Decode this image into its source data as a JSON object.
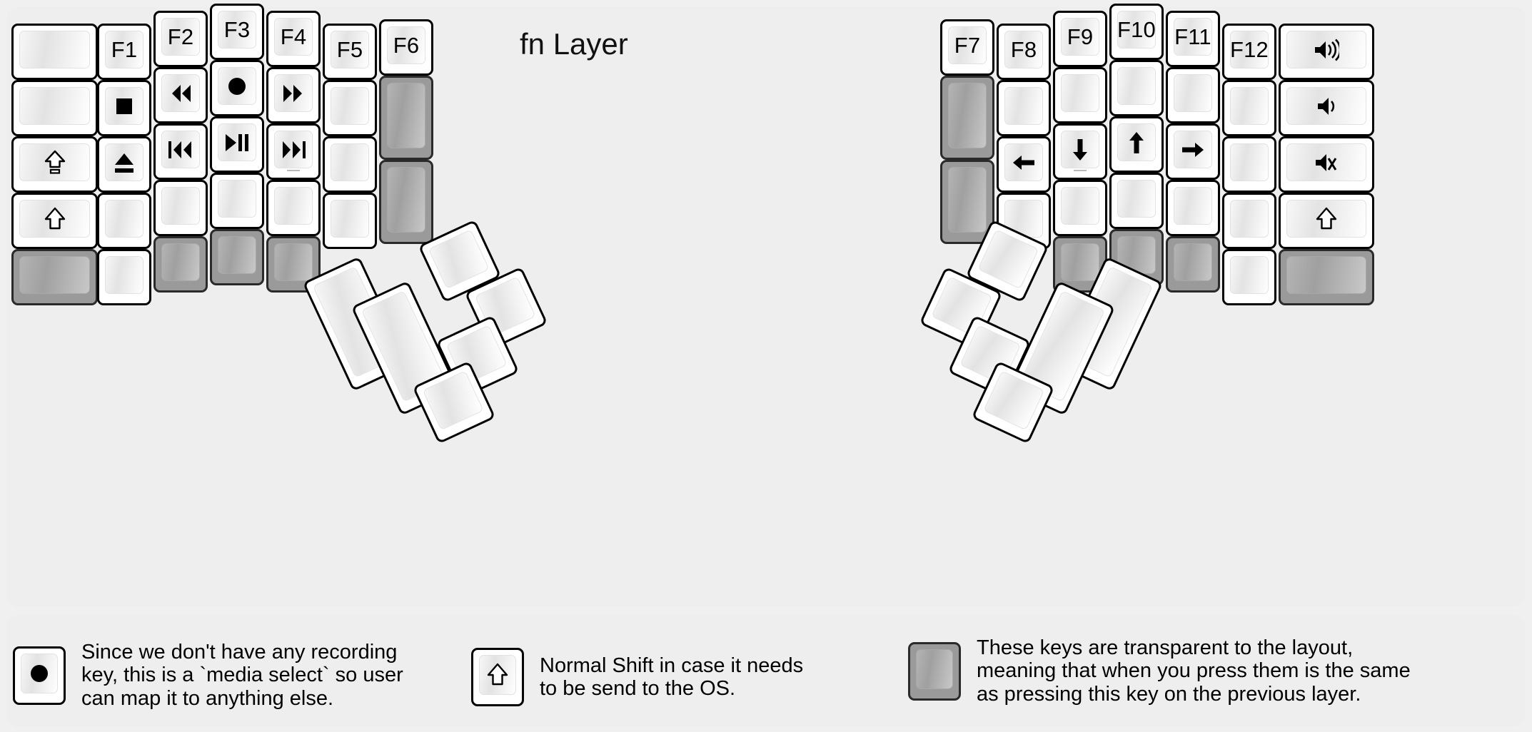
{
  "title": "fn Layer",
  "colors": {
    "background": "#f0f0f0",
    "panel": "#eeeeee",
    "key_fill": "#ffffff",
    "key_border": "#000000",
    "transparent_key": "#9a9a9a",
    "legend_text": "#000000"
  },
  "icons": {
    "record": "record-dot-icon",
    "stop": "stop-square-icon",
    "eject": "eject-icon",
    "rewind": "rewind-icon",
    "fast_forward": "fast-forward-icon",
    "prev_track": "previous-track-icon",
    "next_track": "next-track-icon",
    "play_pause": "play-pause-icon",
    "caps_lock": "caps-lock-icon",
    "shift": "shift-icon",
    "arrow_left": "arrow-left-icon",
    "arrow_right": "arrow-right-icon",
    "arrow_up": "arrow-up-icon",
    "arrow_down": "arrow-down-icon",
    "volume_up": "volume-up-icon",
    "volume_down": "volume-down-icon",
    "volume_mute": "volume-mute-icon"
  },
  "left_half": {
    "columns": [
      {
        "name": "col-pinky-outer",
        "keys": [
          {
            "label": "",
            "icon": "",
            "transparent": false
          },
          {
            "label": "",
            "icon": "",
            "transparent": false
          },
          {
            "label": "",
            "icon": "caps-lock-icon",
            "transparent": false
          },
          {
            "label": "",
            "icon": "shift-icon",
            "transparent": false
          },
          {
            "label": "",
            "icon": "",
            "transparent": true
          }
        ]
      },
      {
        "name": "col-pinky",
        "keys": [
          {
            "label": "F1",
            "icon": "",
            "transparent": false
          },
          {
            "label": "",
            "icon": "stop-square-icon",
            "transparent": false
          },
          {
            "label": "",
            "icon": "eject-icon",
            "transparent": false
          },
          {
            "label": "",
            "icon": "",
            "transparent": false
          },
          {
            "label": "",
            "icon": "",
            "transparent": false
          }
        ]
      },
      {
        "name": "col-ring",
        "keys": [
          {
            "label": "F2",
            "icon": "",
            "transparent": false
          },
          {
            "label": "",
            "icon": "rewind-icon",
            "transparent": false
          },
          {
            "label": "",
            "icon": "previous-track-icon",
            "transparent": false
          },
          {
            "label": "",
            "icon": "",
            "transparent": false
          },
          {
            "label": "",
            "icon": "",
            "transparent": true
          }
        ]
      },
      {
        "name": "col-middle",
        "keys": [
          {
            "label": "F3",
            "icon": "",
            "transparent": false
          },
          {
            "label": "",
            "icon": "record-dot-icon",
            "transparent": false
          },
          {
            "label": "",
            "icon": "play-pause-icon",
            "transparent": false
          },
          {
            "label": "",
            "icon": "",
            "transparent": false
          },
          {
            "label": "",
            "icon": "",
            "transparent": true
          }
        ]
      },
      {
        "name": "col-index",
        "keys": [
          {
            "label": "F4",
            "icon": "",
            "transparent": false
          },
          {
            "label": "",
            "icon": "fast-forward-icon",
            "transparent": false
          },
          {
            "label": "",
            "icon": "next-track-icon",
            "transparent": false,
            "sub": true
          },
          {
            "label": "",
            "icon": "",
            "transparent": false
          },
          {
            "label": "",
            "icon": "",
            "transparent": true
          }
        ]
      },
      {
        "name": "col-index-inner",
        "keys": [
          {
            "label": "F5",
            "icon": "",
            "transparent": false
          },
          {
            "label": "",
            "icon": "",
            "transparent": false
          },
          {
            "label": "",
            "icon": "",
            "transparent": false
          },
          {
            "label": "",
            "icon": "",
            "transparent": false
          }
        ]
      },
      {
        "name": "col-inner",
        "keys": [
          {
            "label": "F6",
            "icon": "",
            "transparent": false
          },
          {
            "label": "",
            "icon": "",
            "transparent": true
          },
          {
            "label": "",
            "icon": "",
            "transparent": true
          }
        ]
      }
    ]
  },
  "right_half": {
    "columns": [
      {
        "name": "col-inner",
        "keys": [
          {
            "label": "F7",
            "icon": "",
            "transparent": false
          },
          {
            "label": "",
            "icon": "",
            "transparent": true
          },
          {
            "label": "",
            "icon": "",
            "transparent": true
          }
        ]
      },
      {
        "name": "col-index-inner",
        "keys": [
          {
            "label": "F8",
            "icon": "",
            "transparent": false
          },
          {
            "label": "",
            "icon": "",
            "transparent": false
          },
          {
            "label": "",
            "icon": "arrow-left-icon",
            "transparent": false
          },
          {
            "label": "",
            "icon": "",
            "transparent": false
          }
        ]
      },
      {
        "name": "col-index",
        "keys": [
          {
            "label": "F9",
            "icon": "",
            "transparent": false
          },
          {
            "label": "",
            "icon": "",
            "transparent": false
          },
          {
            "label": "",
            "icon": "arrow-down-icon",
            "transparent": false,
            "sub": true
          },
          {
            "label": "",
            "icon": "",
            "transparent": false
          },
          {
            "label": "",
            "icon": "",
            "transparent": true
          }
        ]
      },
      {
        "name": "col-middle",
        "keys": [
          {
            "label": "F10",
            "icon": "",
            "transparent": false
          },
          {
            "label": "",
            "icon": "",
            "transparent": false
          },
          {
            "label": "",
            "icon": "arrow-up-icon",
            "transparent": false
          },
          {
            "label": "",
            "icon": "",
            "transparent": false
          },
          {
            "label": "",
            "icon": "",
            "transparent": true
          }
        ]
      },
      {
        "name": "col-ring",
        "keys": [
          {
            "label": "F11",
            "icon": "",
            "transparent": false
          },
          {
            "label": "",
            "icon": "",
            "transparent": false
          },
          {
            "label": "",
            "icon": "arrow-right-icon",
            "transparent": false
          },
          {
            "label": "",
            "icon": "",
            "transparent": false
          },
          {
            "label": "",
            "icon": "",
            "transparent": true
          }
        ]
      },
      {
        "name": "col-pinky",
        "keys": [
          {
            "label": "F12",
            "icon": "",
            "transparent": false
          },
          {
            "label": "",
            "icon": "",
            "transparent": false
          },
          {
            "label": "",
            "icon": "",
            "transparent": false
          },
          {
            "label": "",
            "icon": "",
            "transparent": false
          },
          {
            "label": "",
            "icon": "",
            "transparent": false
          }
        ]
      },
      {
        "name": "col-pinky-outer",
        "keys": [
          {
            "label": "",
            "icon": "volume-up-icon",
            "transparent": false
          },
          {
            "label": "",
            "icon": "volume-down-icon",
            "transparent": false
          },
          {
            "label": "",
            "icon": "volume-mute-icon",
            "transparent": false
          },
          {
            "label": "",
            "icon": "shift-icon",
            "transparent": false
          },
          {
            "label": "",
            "icon": "",
            "transparent": true
          }
        ]
      }
    ]
  },
  "thumb_clusters": {
    "left": {
      "name": "left-thumb-cluster",
      "key_count": 5,
      "labels": [
        "",
        "",
        "",
        "",
        ""
      ]
    },
    "right": {
      "name": "right-thumb-cluster",
      "key_count": 5,
      "labels": [
        "",
        "",
        "",
        "",
        ""
      ]
    }
  },
  "legend": [
    {
      "swatch_icon": "record-dot-icon",
      "swatch_transparent": false,
      "text": "Since we don't have any recording\nkey, this is a `media select` so user\ncan map it to anything else."
    },
    {
      "swatch_icon": "shift-icon",
      "swatch_transparent": false,
      "text": "Normal Shift in case it needs\nto be send to the OS."
    },
    {
      "swatch_icon": "",
      "swatch_transparent": true,
      "text": "These keys are transparent to the layout,\nmeaning that when you press them is the same\nas pressing this key on the previous layer."
    }
  ]
}
